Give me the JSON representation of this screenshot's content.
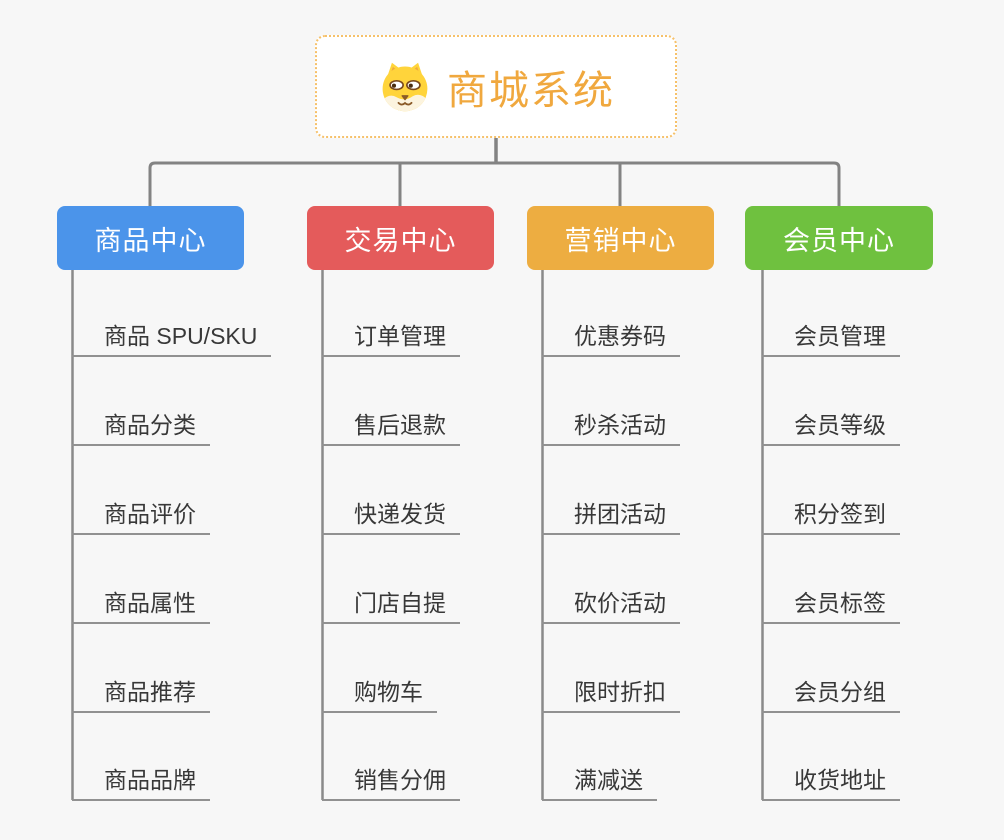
{
  "root": {
    "title": "商城系统",
    "icon": "shiba-dog-icon"
  },
  "branches": [
    {
      "label": "商品中心",
      "color": "#4b94ea",
      "items": [
        "商品 SPU/SKU",
        "商品分类",
        "商品评价",
        "商品属性",
        "商品推荐",
        "商品品牌"
      ]
    },
    {
      "label": "交易中心",
      "color": "#e45b5b",
      "items": [
        "订单管理",
        "售后退款",
        "快递发货",
        "门店自提",
        "购物车",
        "销售分佣"
      ]
    },
    {
      "label": "营销中心",
      "color": "#edad41",
      "items": [
        "优惠券码",
        "秒杀活动",
        "拼团活动",
        "砍价活动",
        "限时折扣",
        "满减送"
      ]
    },
    {
      "label": "会员中心",
      "color": "#6fc13f",
      "items": [
        "会员管理",
        "会员等级",
        "积分签到",
        "会员标签",
        "会员分组",
        "收货地址"
      ]
    }
  ],
  "colors": {
    "background": "#f7f7f7",
    "connector": "#838383",
    "underline": "#919191",
    "leaf_text": "#383838",
    "root_accent": "#f0a83e",
    "root_border": "#f6c16a"
  }
}
